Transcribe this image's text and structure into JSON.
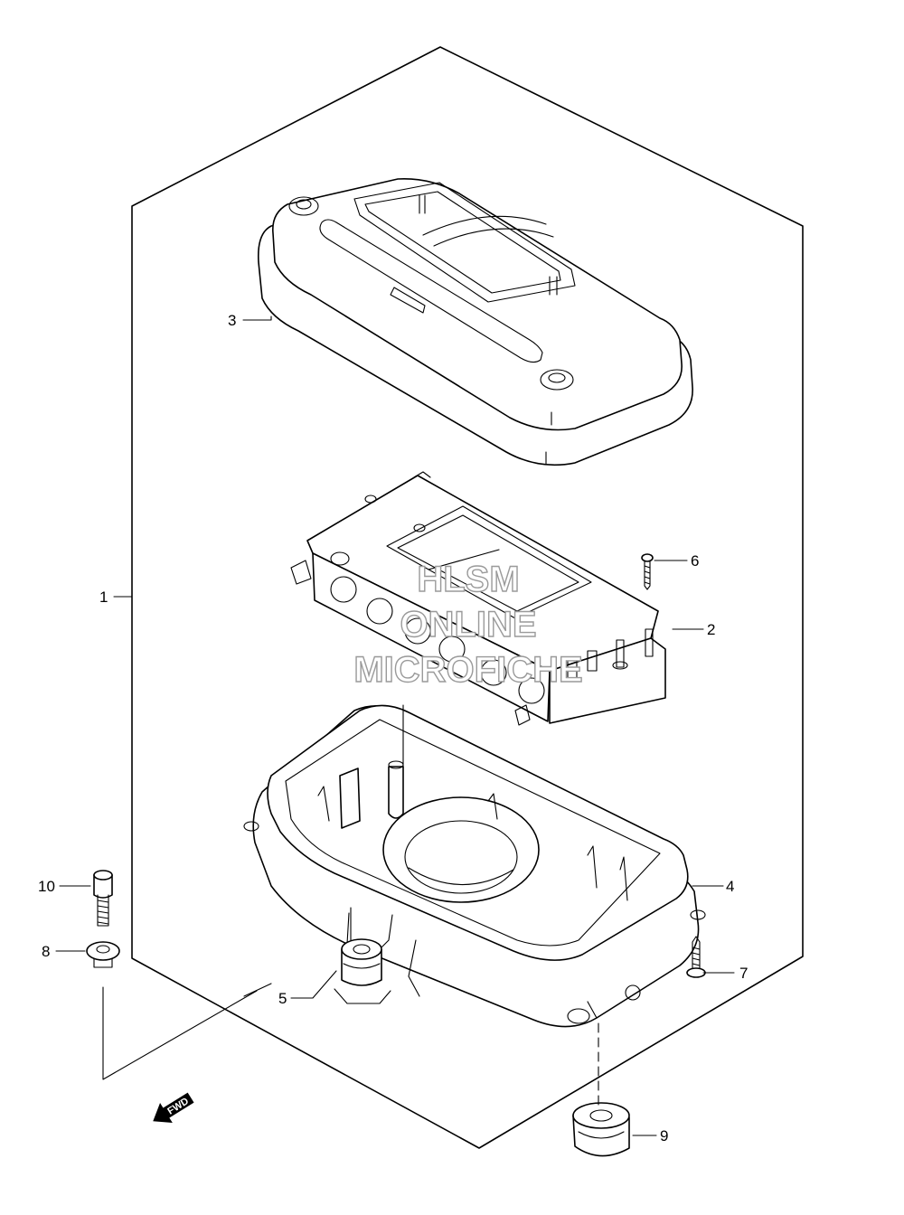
{
  "watermark": {
    "line1": "HLSM",
    "line2": "ONLINE",
    "line3": "MICROFICHE",
    "color": "#9a9a9a"
  },
  "direction_arrow": {
    "label": "FWD"
  },
  "callouts": [
    {
      "id": "1",
      "label": "1"
    },
    {
      "id": "2",
      "label": "2"
    },
    {
      "id": "3",
      "label": "3"
    },
    {
      "id": "4",
      "label": "4"
    },
    {
      "id": "5",
      "label": "5"
    },
    {
      "id": "6",
      "label": "6"
    },
    {
      "id": "7",
      "label": "7"
    },
    {
      "id": "8",
      "label": "8"
    },
    {
      "id": "9",
      "label": "9"
    },
    {
      "id": "10",
      "label": "10"
    }
  ]
}
